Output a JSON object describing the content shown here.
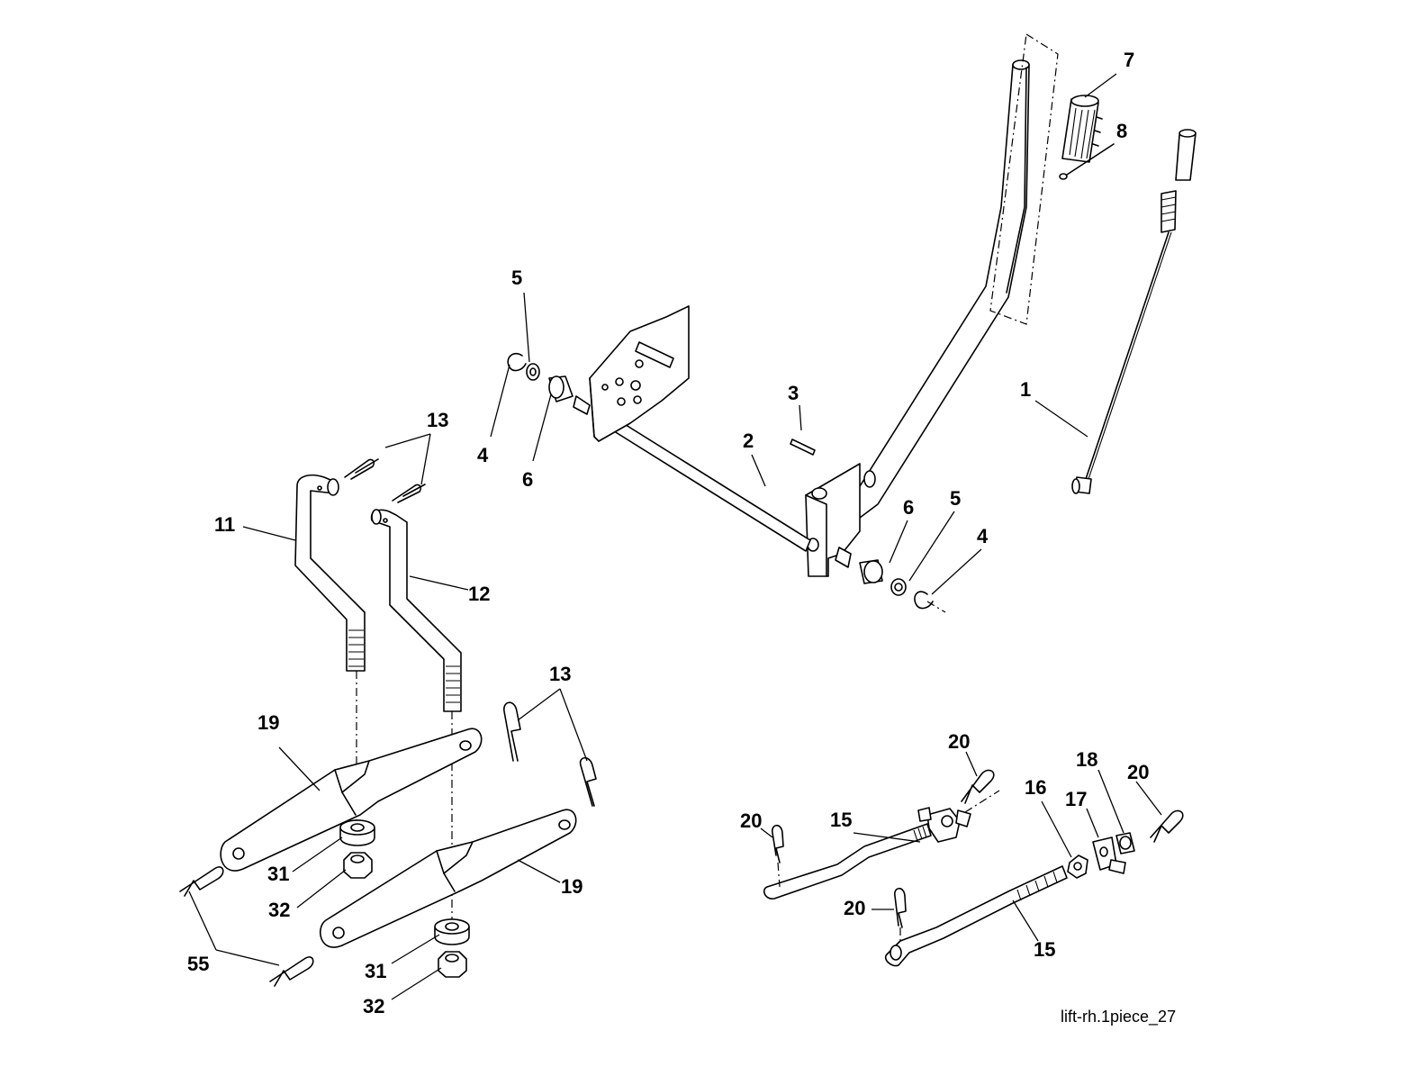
{
  "diagram": {
    "caption": "lift-rh.1piece_27",
    "callouts": [
      {
        "id": "c-1",
        "text": "1"
      },
      {
        "id": "c-2",
        "text": "2"
      },
      {
        "id": "c-3",
        "text": "3"
      },
      {
        "id": "c-4a",
        "text": "4"
      },
      {
        "id": "c-4b",
        "text": "4"
      },
      {
        "id": "c-5a",
        "text": "5"
      },
      {
        "id": "c-5b",
        "text": "5"
      },
      {
        "id": "c-6a",
        "text": "6"
      },
      {
        "id": "c-6b",
        "text": "6"
      },
      {
        "id": "c-7",
        "text": "7"
      },
      {
        "id": "c-8",
        "text": "8"
      },
      {
        "id": "c-11",
        "text": "11"
      },
      {
        "id": "c-12",
        "text": "12"
      },
      {
        "id": "c-13a",
        "text": "13"
      },
      {
        "id": "c-13b",
        "text": "13"
      },
      {
        "id": "c-15a",
        "text": "15"
      },
      {
        "id": "c-15b",
        "text": "15"
      },
      {
        "id": "c-16",
        "text": "16"
      },
      {
        "id": "c-17",
        "text": "17"
      },
      {
        "id": "c-18",
        "text": "18"
      },
      {
        "id": "c-19a",
        "text": "19"
      },
      {
        "id": "c-19b",
        "text": "19"
      },
      {
        "id": "c-20a",
        "text": "20"
      },
      {
        "id": "c-20b",
        "text": "20"
      },
      {
        "id": "c-20c",
        "text": "20"
      },
      {
        "id": "c-20d",
        "text": "20"
      },
      {
        "id": "c-31a",
        "text": "31"
      },
      {
        "id": "c-31b",
        "text": "31"
      },
      {
        "id": "c-32a",
        "text": "32"
      },
      {
        "id": "c-32b",
        "text": "32"
      },
      {
        "id": "c-55",
        "text": "55"
      }
    ]
  }
}
